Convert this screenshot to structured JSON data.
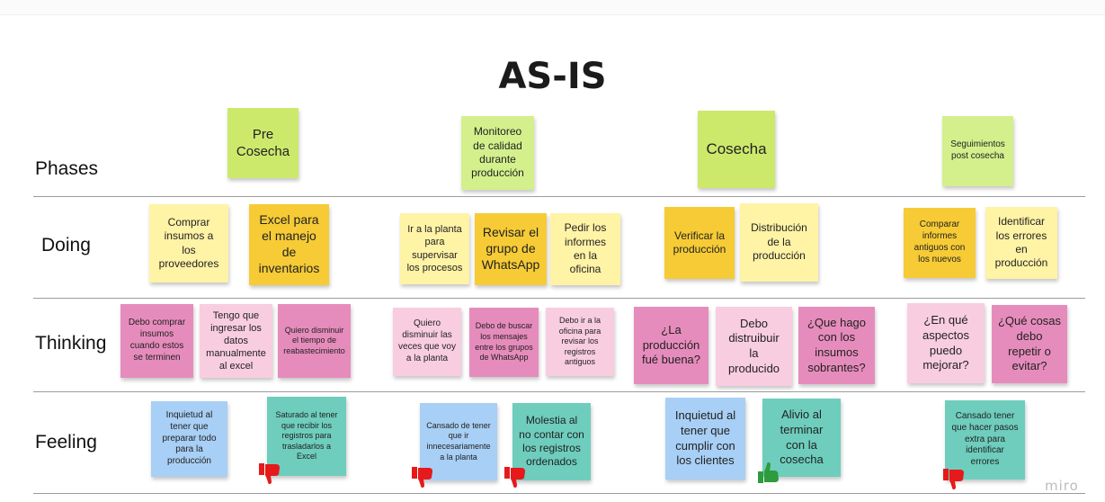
{
  "title": "AS-IS",
  "colors": {
    "phase_green": "#cde96c",
    "light_green": "#d3f08c",
    "light_yellow": "#fff3a6",
    "dark_yellow": "#f6cb35",
    "pink": "#e68cbc",
    "light_pink": "#f9cde0",
    "blue": "#a8cff5",
    "teal": "#6ecdbd",
    "thumb_down": "#e61a1a",
    "thumb_up": "#2e9b3c"
  },
  "rows": {
    "phases": "Phases",
    "doing": "Doing",
    "thinking": "Thinking",
    "feeling": "Feeling"
  },
  "notes": {
    "p1": "Pre\nCosecha",
    "p2": "Monitoreo\nde calidad\ndurante\nproducción",
    "p3": "Cosecha",
    "p4": "Seguimientos\npost cosecha",
    "d1": "Comprar\ninsumos a\nlos\nproveedores",
    "d2": "Excel para\nel manejo\nde\ninventarios",
    "d3": "Ir a la planta\npara\nsupervisar\nlos procesos",
    "d4": "Revisar el\ngrupo de\nWhatsApp",
    "d5": "Pedir los\ninformes\nen la\noficina",
    "d6": "Verificar la\nproducción",
    "d7": "Distribución\nde la\nproducción",
    "d8": "Comparar\ninformes\nantiguos con\nlos nuevos",
    "d9": "Identificar\nlos errores\nen\nproducción",
    "t1": "Debo comprar\ninsumos\ncuando estos\nse terminen",
    "t2": "Tengo que\ningresar los\ndatos\nmanualmente\nal excel",
    "t3": "Quiero disminuir\nel tiempo de\nreabastecimiento",
    "t4": "Quiero\ndisminuir las\nveces que voy\na la planta",
    "t5": "Debo de buscar\nlos mensajes\nentre los grupos\nde WhatsApp",
    "t6": "Debo ir a la\noficina para\nrevisar los\nregistros\nantiguos",
    "t7": "¿La\nproducción\nfué buena?",
    "t8": "Debo\ndistruibuir\nla\nproducido",
    "t9": "¿Que hago\ncon los\ninsumos\nsobrantes?",
    "t10": "¿En qué\naspectos\npuedo\nmejorar?",
    "t11": "¿Qué cosas\ndebo\nrepetir o\nevitar?",
    "f1": "Inquietud al\ntener que\npreparar todo\npara la\nproducción",
    "f2": "Saturado al tener\nque recibir los\nregistros para\ntrasladarlos a\nExcel",
    "f3": "Cansado de tener\nque ir\ninnecesariamente\na la planta",
    "f4": "Molestia al\nno contar con\nlos registros\nordenados",
    "f5": "Inquietud al\ntener que\ncumplir con\nlos clientes",
    "f6": "Alivio al\nterminar\ncon la\ncosecha",
    "f7": "Cansado tener\nque hacer pasos\nextra para\nidentificar\nerrores"
  },
  "icons": {
    "thumb_down": "thumbs-down-icon",
    "thumb_up": "thumbs-up-icon"
  },
  "watermark": "miro"
}
